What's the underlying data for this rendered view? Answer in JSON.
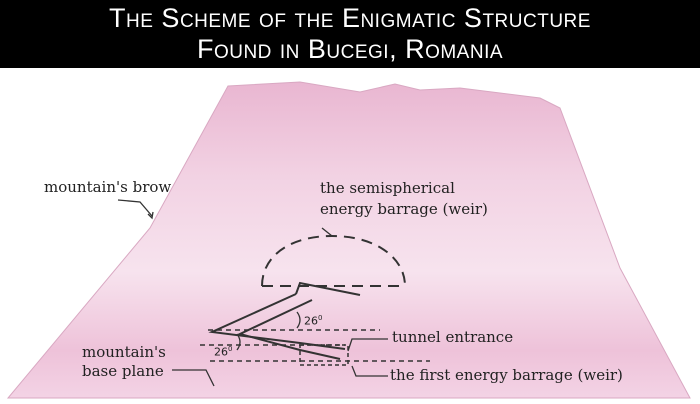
{
  "title": {
    "line1": "The Scheme of the Enigmatic Structure",
    "line2": "Found in Bucegi, Romania"
  },
  "labels": {
    "mountain_brow": "mountain's brow",
    "semispherical_line1": "the semispherical",
    "semispherical_line2": "energy barrage (weir)",
    "tunnel_entrance": "tunnel entrance",
    "base_plane_line1": "mountain's",
    "base_plane_line2": "base plane",
    "first_barrage": "the first energy barrage (weir)"
  },
  "angles": {
    "upper": "26",
    "lower": "26",
    "unit": "0"
  },
  "colors": {
    "title_bg": "#000000",
    "title_text": "#ffffff",
    "mountain_fill": "#eec6dc",
    "mountain_light": "#f8e6ef",
    "line": "#333333",
    "text": "#222222"
  }
}
